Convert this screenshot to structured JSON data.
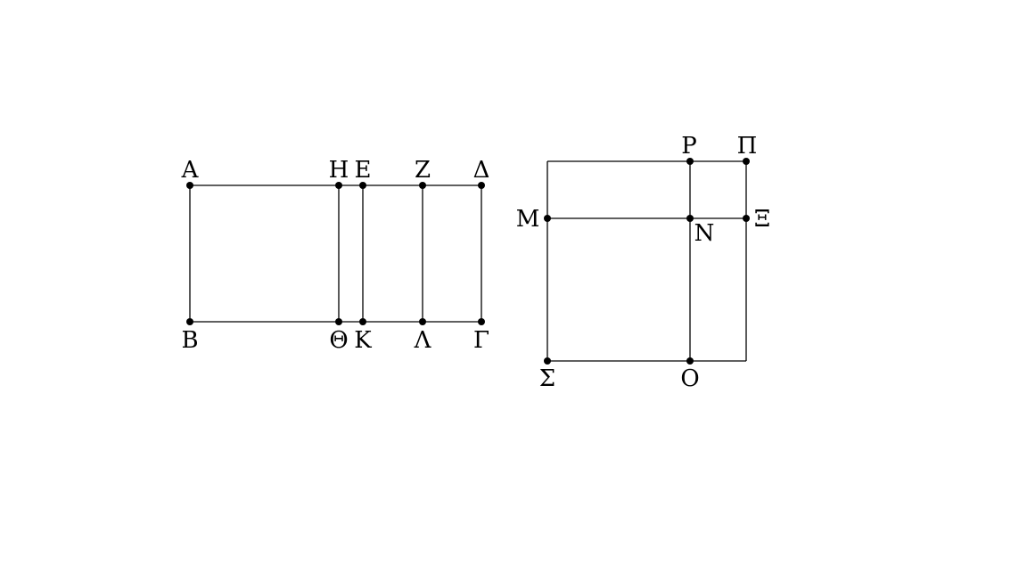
{
  "figure_left": {
    "labels": {
      "A": "Α",
      "H": "Η",
      "E": "Ε",
      "Z": "Ζ",
      "D": "Δ",
      "B": "Β",
      "Th": "Θ",
      "K": "Κ",
      "L": "Λ",
      "G": "Γ"
    }
  },
  "figure_right": {
    "labels": {
      "R": "Ρ",
      "P": "Π",
      "M": "Μ",
      "N": "Ν",
      "X": "Ξ",
      "S": "Σ",
      "O": "Ο"
    }
  },
  "colors": {
    "stroke": "#000000",
    "background": "#ffffff"
  }
}
